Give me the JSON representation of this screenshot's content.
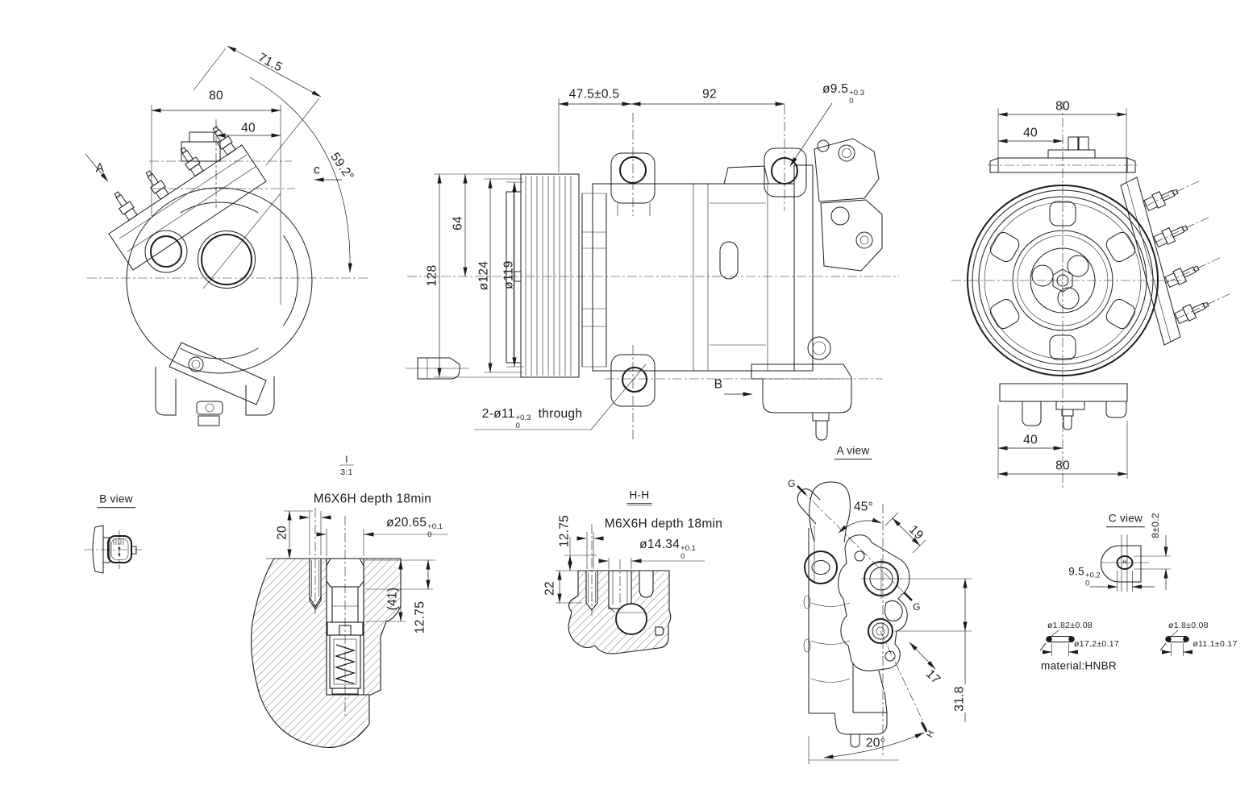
{
  "iso_view": {
    "label_a": "A",
    "label_c": "c",
    "dim_width": "80",
    "dim_half": "40",
    "dim_edge": "71.5",
    "dim_angle": "59.2°"
  },
  "side_view": {
    "dim_pulley": "47.5±0.5",
    "dim_length": "92",
    "hole": {
      "main": "ø9.5",
      "plus": "+0.3",
      "minus": "0"
    },
    "dim_h128": "128",
    "dim_d124": "ø124",
    "dim_d119": "ø119",
    "dim_h64": "64",
    "note": {
      "main": "2-ø11",
      "plus": "+0.3",
      "minus": "0",
      "suffix": "through"
    },
    "label_b": "B"
  },
  "front_view": {
    "dim_top_full": "80",
    "dim_top_half": "40",
    "dim_bot_half": "40",
    "dim_bot_full": "80"
  },
  "b_view": {
    "title": "B view"
  },
  "section_i": {
    "label": "I",
    "scale": "3:1",
    "thread": "M6X6H depth 18min",
    "dia": {
      "main": "ø20.65",
      "plus": "+0.1",
      "minus": "0"
    },
    "dim_20": "20",
    "dim_41": "(41)",
    "dim_1275": "12.75"
  },
  "section_hh": {
    "title": "H-H",
    "thread": "M6X6H depth 18min",
    "dia": {
      "main": "ø14.34",
      "plus": "+0.1",
      "minus": "0"
    },
    "dim_1275": "12.75",
    "dim_22": "22"
  },
  "a_view": {
    "title": "A view",
    "g1": "G",
    "g2": "G",
    "h": "H",
    "angle45": "45°",
    "dim19": "19",
    "dim17": "17",
    "dim318": "31.8",
    "angle20": "20°"
  },
  "c_view": {
    "title": "C view",
    "dim_height": "8±0.2",
    "width": {
      "main": "9.5",
      "plus": "+0.2",
      "minus": "0"
    },
    "hole_mark": "H"
  },
  "orings": {
    "large_cs": "ø1.82±0.08",
    "large_id": "ø17.2±0.17",
    "small_cs": "ø1.8±0.08",
    "small_id": "ø11.1±0.17",
    "material": "material:HNBR"
  }
}
